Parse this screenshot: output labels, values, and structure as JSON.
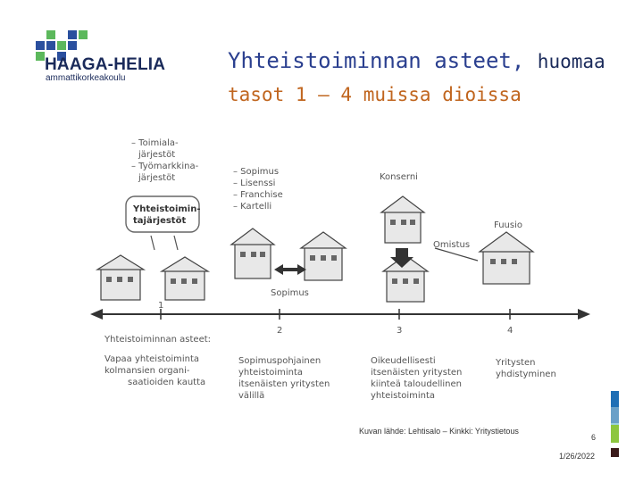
{
  "logo": {
    "name": "HAAGA-HELIA",
    "subtitle": "ammattikorkeakoulu"
  },
  "title": {
    "line1_main": "Yhteistoiminnan asteet,",
    "line1_tail": "huomaa",
    "line2": "tasot 1 – 4 muissa dioissa"
  },
  "figure": {
    "left_list": [
      "– Toimiala-",
      "järjestöt",
      "– Työmarkkina-",
      "järjestöt"
    ],
    "box_label": [
      "Yhteistoimin-",
      "tajärjestöt"
    ],
    "mid_list": [
      "– Sopimus",
      "– Lisenssi",
      "– Franchise",
      "– Kartelli"
    ],
    "konserni": "Konserni",
    "fuusio": "Fuusio",
    "omistus": "Omistus",
    "sopimus": "Sopimus",
    "scale": [
      "1",
      "2",
      "3",
      "4"
    ],
    "axis_label": "Yhteistoiminnan asteet:",
    "desc1": [
      "Vapaa yhteistoiminta",
      "kolmansien organi-",
      "saatioiden kautta"
    ],
    "desc2": [
      "Sopimuspohjainen",
      "yhteistoiminta",
      "itsenäisten yritysten",
      "välillä"
    ],
    "desc3": [
      "Oikeudellisesti",
      "itsenäisten yritysten",
      "kiinteä taloudellinen",
      "yhteistoiminta"
    ],
    "desc4": [
      "Yritysten",
      "yhdistyminen"
    ]
  },
  "footer": {
    "caption": "Kuvan lähde: Lehtisalo – Kinkki: Yritystietous",
    "page": "6",
    "date": "1/26/2022"
  },
  "colors": {
    "logo_blue": "#2a4f9e",
    "logo_green": "#5cb85c",
    "title_blue": "#2a3f8f",
    "title_orange": "#c0651e",
    "bar1": "#1f6fb5",
    "bar2": "#6aa0c8",
    "bar3": "#9ad0e0",
    "bar4": "#8dc63f",
    "bar5": "#3a1a1a"
  }
}
